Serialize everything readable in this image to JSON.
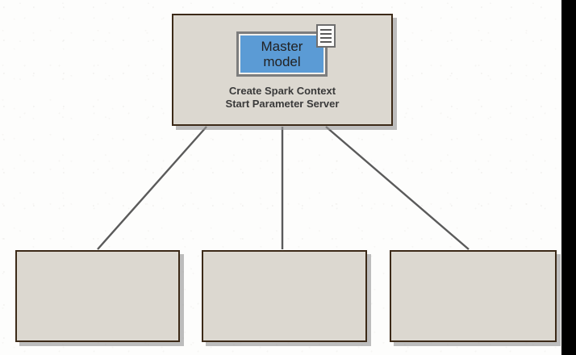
{
  "diagram": {
    "type": "tree",
    "background_color": "#fdfdfc",
    "node_fill": "#dcd8d0",
    "node_border": "#3c2a18",
    "edge_color": "#5a5a5a",
    "accent_color": "#5b9bd5",
    "master": {
      "name": "master-node",
      "model_label_line1": "Master",
      "model_label_line2": "model",
      "model_fill": "#5b9bd5",
      "note_icon": "note-icon",
      "caption_line1": "Create Spark Context",
      "caption_line2": "Start Parameter Server"
    },
    "workers": [
      {
        "name": "worker-node-1",
        "label": ""
      },
      {
        "name": "worker-node-2",
        "label": ""
      },
      {
        "name": "worker-node-3",
        "label": ""
      }
    ],
    "edges": [
      {
        "name": "edge-master-to-worker-1",
        "from": "master-node",
        "to": "worker-node-1"
      },
      {
        "name": "edge-master-to-worker-2",
        "from": "master-node",
        "to": "worker-node-2"
      },
      {
        "name": "edge-master-to-worker-3",
        "from": "master-node",
        "to": "worker-node-3"
      }
    ]
  }
}
